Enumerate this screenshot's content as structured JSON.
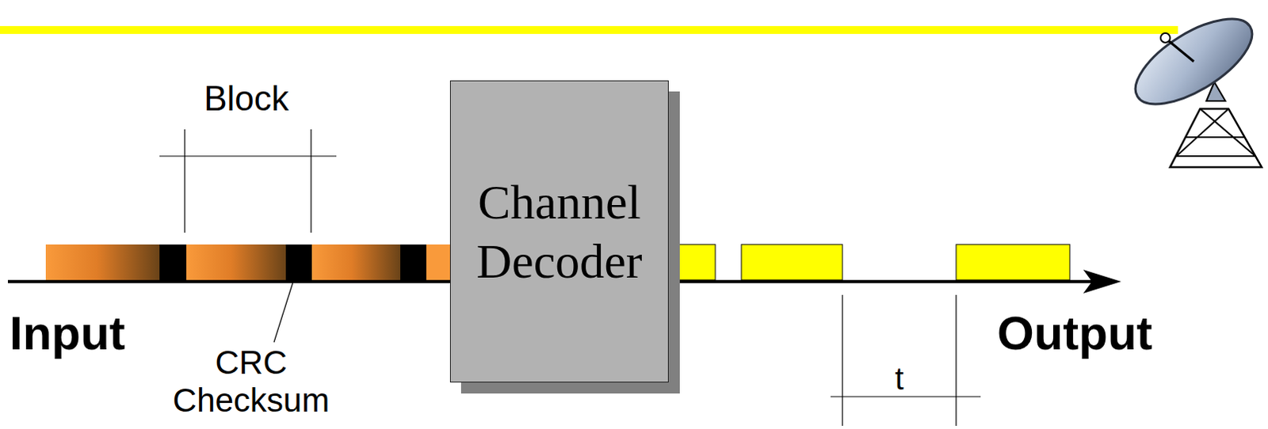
{
  "diagram": {
    "nodes": [
      {
        "text": [
          "Channel Decoder"
        ]
      }
    ],
    "labels": [
      "Block",
      "CRC Checksum",
      "Input",
      "Output",
      "t"
    ]
  }
}
